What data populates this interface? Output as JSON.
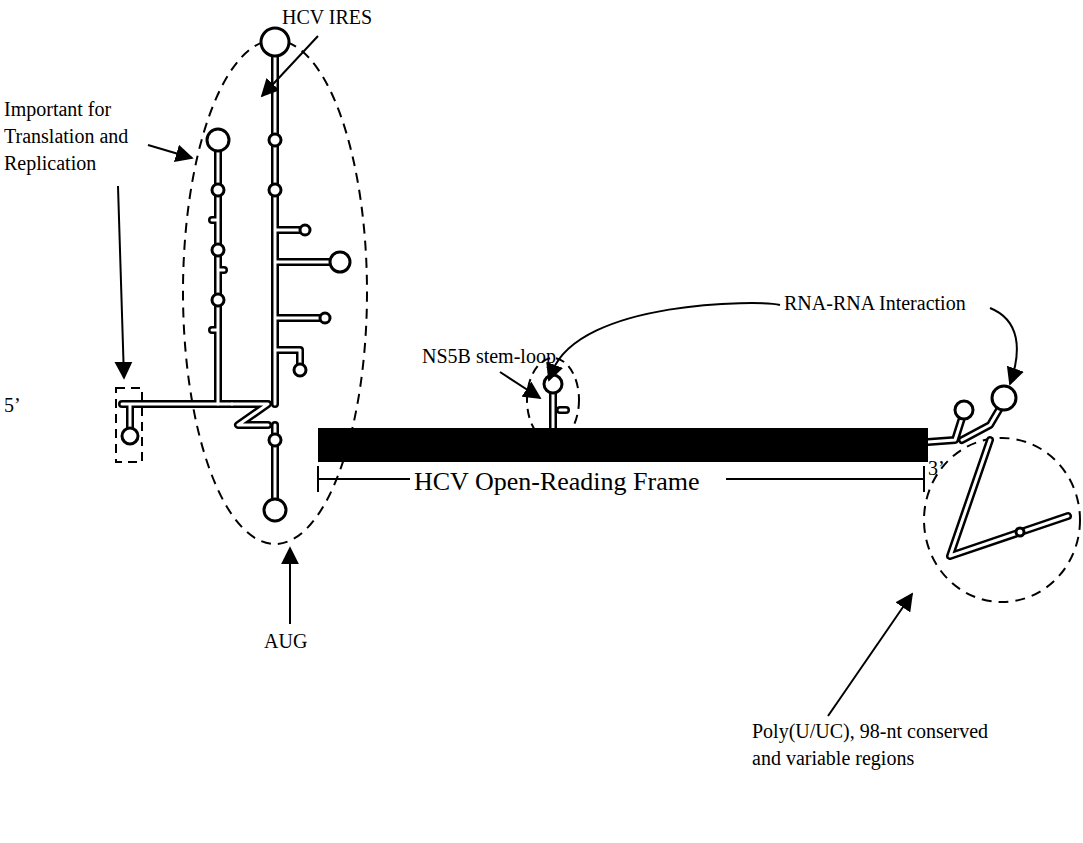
{
  "diagram": {
    "labels": [
      "Important for Translation and Replication",
      "HCV IRES",
      "5’",
      "NS5B stem-loop",
      "RNA-RNA Interaction",
      "HCV Open-Reading Frame",
      "3’",
      "AUG",
      "Poly(U/UC), 98-nt conserved and variable regions"
    ]
  }
}
